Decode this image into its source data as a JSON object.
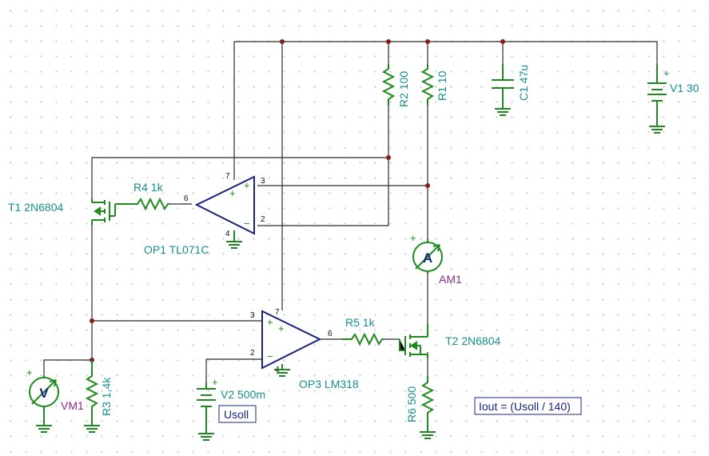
{
  "components": {
    "v1": {
      "name": "V1",
      "value": "30",
      "label": "V1 30"
    },
    "c1": {
      "name": "C1",
      "value": "47u",
      "label": "C1 47u"
    },
    "r1": {
      "name": "R1",
      "value": "10",
      "label": "R1 10"
    },
    "r2": {
      "name": "R2",
      "value": "100",
      "label": "R2 100"
    },
    "r3": {
      "name": "R3",
      "value": "1,4k",
      "label": "R3 1,4k"
    },
    "r4": {
      "name": "R4",
      "value": "1k",
      "label": "R4 1k"
    },
    "r5": {
      "name": "R5",
      "value": "1k",
      "label": "R5 1k"
    },
    "r6": {
      "name": "R6",
      "value": "500",
      "label": "R6 500"
    },
    "t1": {
      "name": "T1",
      "value": "2N6804",
      "label": "T1 2N6804"
    },
    "t2": {
      "name": "T2",
      "value": "2N6804",
      "label": "T2 2N6804"
    },
    "op1": {
      "name": "OP1",
      "value": "TL071C",
      "label": "OP1 TL071C"
    },
    "op3": {
      "name": "OP3",
      "value": "LM318",
      "label": "OP3 LM318"
    },
    "v2": {
      "name": "V2",
      "value": "500m",
      "label": "V2 500m"
    },
    "am1": {
      "name": "AM1",
      "label": "AM1",
      "symbol": "A"
    },
    "vm1": {
      "name": "VM1",
      "label": "VM1",
      "symbol": "V"
    }
  },
  "pins": {
    "op1_7": "7",
    "op1_3": "3",
    "op1_2": "2",
    "op1_4": "4",
    "op1_6": "6",
    "op3_7": "7",
    "op3_3": "3",
    "op3_2": "2",
    "op3_4": "4",
    "op3_6": "6"
  },
  "signs": {
    "plus": "+",
    "minus": "−"
  },
  "annotations": {
    "usoll": "Usoll",
    "iout_formula": "Iout = (Usoll / 140)"
  },
  "colors": {
    "wire": "#2b2b2b",
    "component": "#1f8a1f",
    "opamp": "#1a237e",
    "label": "#168f8f",
    "meter_label": "#8a2b8a",
    "grid_dot": "#c4c4c4",
    "junction": "#8b1a1a"
  }
}
